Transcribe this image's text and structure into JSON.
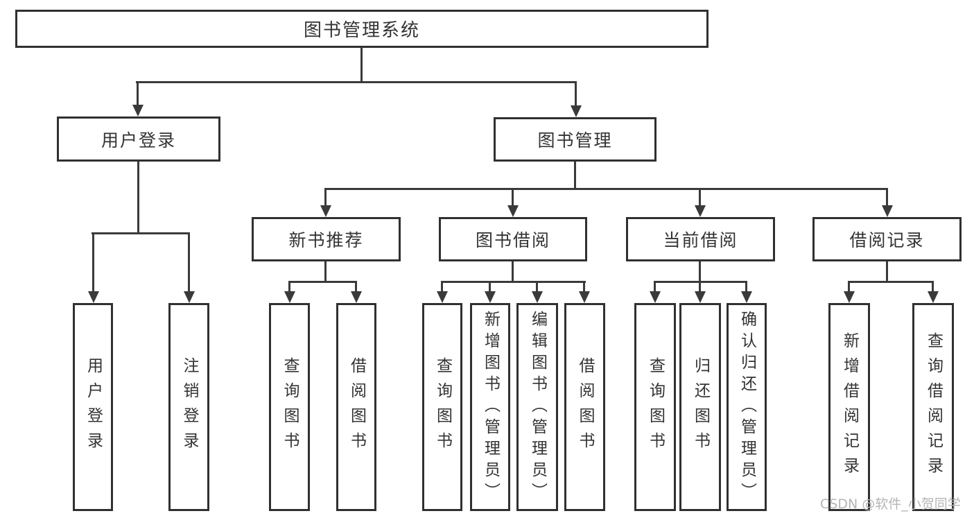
{
  "nodes": {
    "root": {
      "label": "图书管理系统"
    },
    "user_login": {
      "label": "用户登录"
    },
    "book_management": {
      "label": "图书管理"
    },
    "new_book_recommend": {
      "label": "新书推荐"
    },
    "book_borrow": {
      "label": "图书借阅"
    },
    "current_borrow": {
      "label": "当前借阅"
    },
    "borrow_records": {
      "label": "借阅记录"
    },
    "leaf_user_login": {
      "label": "用户登录"
    },
    "leaf_logout": {
      "label": "注销登录"
    },
    "leaf_query_books_recommend": {
      "label": "查询图书"
    },
    "leaf_borrow_books_recommend": {
      "label": "借阅图书"
    },
    "leaf_query_books_borrow": {
      "label": "查询图书"
    },
    "leaf_add_books_admin": {
      "label": "新增图书（管理员）"
    },
    "leaf_edit_books_admin": {
      "label": "编辑图书（管理员）"
    },
    "leaf_borrow_books_borrow": {
      "label": "借阅图书"
    },
    "leaf_query_books_current": {
      "label": "查询图书"
    },
    "leaf_return_books": {
      "label": "归还图书"
    },
    "leaf_confirm_return_admin": {
      "label": "确认归还（管理员）"
    },
    "leaf_add_borrow_record": {
      "label": "新增借阅记录"
    },
    "leaf_query_borrow_record": {
      "label": "查询借阅记录"
    }
  },
  "edges": [
    [
      "root",
      "user_login"
    ],
    [
      "root",
      "book_management"
    ],
    [
      "user_login",
      "leaf_user_login"
    ],
    [
      "user_login",
      "leaf_logout"
    ],
    [
      "book_management",
      "new_book_recommend"
    ],
    [
      "book_management",
      "book_borrow"
    ],
    [
      "book_management",
      "current_borrow"
    ],
    [
      "book_management",
      "borrow_records"
    ],
    [
      "new_book_recommend",
      "leaf_query_books_recommend"
    ],
    [
      "new_book_recommend",
      "leaf_borrow_books_recommend"
    ],
    [
      "book_borrow",
      "leaf_query_books_borrow"
    ],
    [
      "book_borrow",
      "leaf_add_books_admin"
    ],
    [
      "book_borrow",
      "leaf_edit_books_admin"
    ],
    [
      "book_borrow",
      "leaf_borrow_books_borrow"
    ],
    [
      "current_borrow",
      "leaf_query_books_current"
    ],
    [
      "current_borrow",
      "leaf_return_books"
    ],
    [
      "current_borrow",
      "leaf_confirm_return_admin"
    ],
    [
      "borrow_records",
      "leaf_add_borrow_record"
    ],
    [
      "borrow_records",
      "leaf_query_borrow_record"
    ]
  ],
  "watermark": {
    "text": "CSDN @软件_小贺同学"
  },
  "colors": {
    "line": "#3a3a3a",
    "border": "#303030",
    "text": "#333333",
    "watermark": "#b5b5b5",
    "background": "#ffffff"
  }
}
